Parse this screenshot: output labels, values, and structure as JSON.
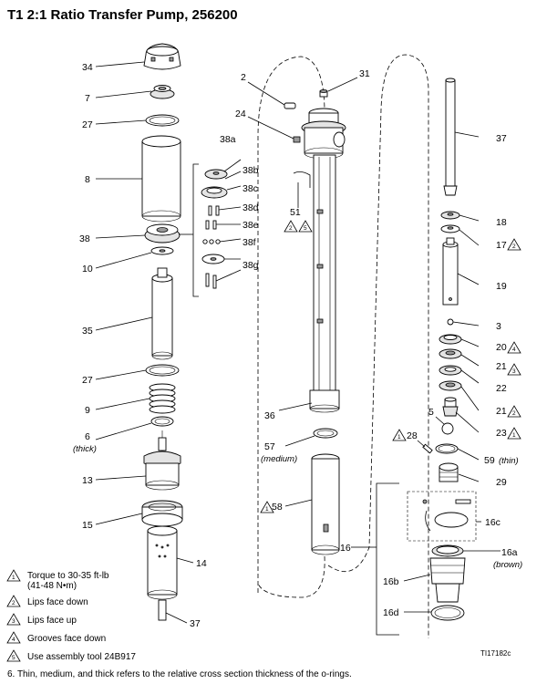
{
  "title": "T1 2:1 Ratio Transfer Pump, 256200",
  "figure_id": "TI17182c",
  "callouts": {
    "p34": "34",
    "p7": "7",
    "p27a": "27",
    "p8": "8",
    "p38a": "38a",
    "p38b": "38b",
    "p38c": "38c",
    "p38d": "38d",
    "p38e": "38e",
    "p38f": "38f",
    "p38g": "38g",
    "p38": "38",
    "p10": "10",
    "p35": "35",
    "p27b": "27",
    "p9": "9",
    "p6": "6",
    "p13": "13",
    "p15": "15",
    "p14": "14",
    "p37a": "37",
    "p2": "2",
    "p31": "31",
    "p24": "24",
    "p51": "51",
    "p36": "36",
    "p57": "57",
    "p58": "58",
    "p16": "16",
    "p37b": "37",
    "p18": "18",
    "p17": "17",
    "p19": "19",
    "p3": "3",
    "p20": "20",
    "p21a": "21",
    "p22": "22",
    "p21b": "21",
    "p5": "5",
    "p23": "23",
    "p28": "28",
    "p59": "59",
    "p29": "29",
    "p16c": "16c",
    "p16a": "16a",
    "p16b": "16b",
    "p16d": "16d"
  },
  "qualifiers": {
    "thick": "(thick)",
    "medium": "(medium)",
    "thin": "(thin)",
    "brown": "(brown)"
  },
  "notes": [
    {
      "num": "1",
      "text": "Torque to 30-35 ft-lb",
      "text2": "(41-48 N•m)"
    },
    {
      "num": "2",
      "text": "Lips face down"
    },
    {
      "num": "3",
      "text": "Lips face up"
    },
    {
      "num": "4",
      "text": "Grooves face down"
    },
    {
      "num": "5",
      "text": "Use assembly tool 24B917"
    }
  ],
  "footnote": "6.   Thin, medium, and thick refers to the relative cross section thickness of the o-rings."
}
